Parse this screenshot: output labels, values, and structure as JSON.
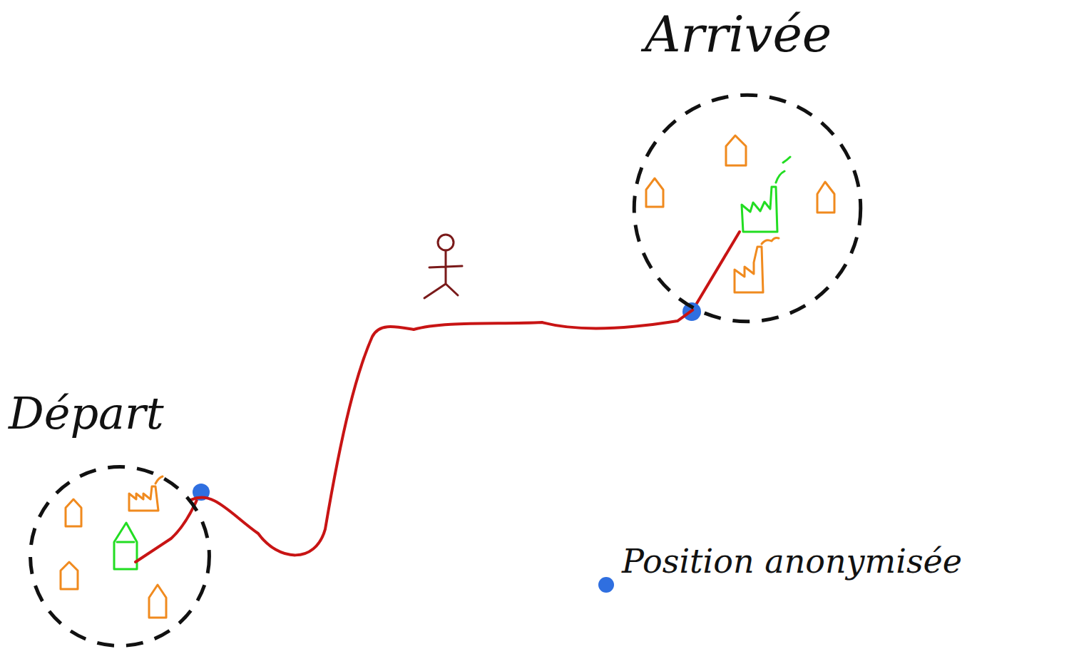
{
  "diagram": {
    "nodes": [
      {
        "text": [
          "Départ"
        ]
      },
      {
        "text": [
          "Arrivée"
        ]
      }
    ],
    "edges": [
      {
        "from": 0,
        "to": 1,
        "arrow": "none"
      }
    ],
    "legend": [
      {
        "text": "Position anonymisée",
        "color": "#2f6fe0"
      }
    ]
  }
}
